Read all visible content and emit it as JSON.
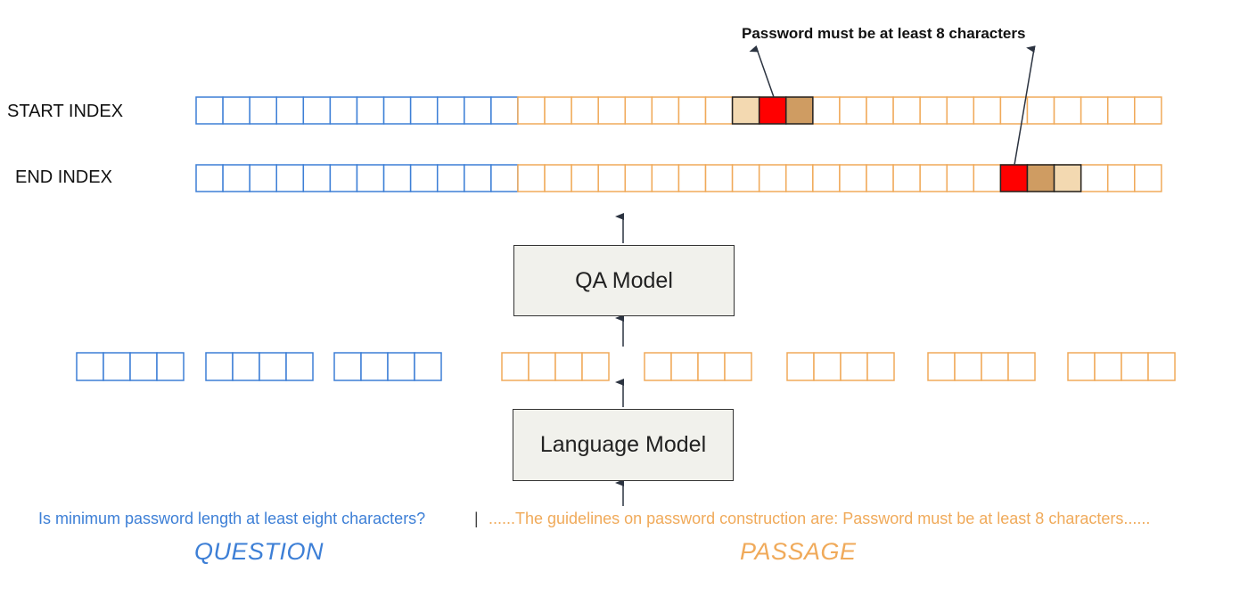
{
  "labels": {
    "start_index": "START INDEX",
    "end_index": "END INDEX",
    "answer": "Password must be at least 8 characters"
  },
  "models": {
    "qa": "QA Model",
    "lm": "Language Model"
  },
  "input": {
    "question": "Is minimum password length at least eight characters?",
    "separator": "|",
    "passage": "......The guidelines on password construction are: Password must be at least 8 characters......"
  },
  "captions": {
    "question": "QUESTION",
    "passage": "PASSAGE"
  },
  "index_rows": {
    "question_cells": 12,
    "passage_cells": 24,
    "start_highlights": [
      {
        "cell": 8,
        "color": "#f3d9b1"
      },
      {
        "cell": 9,
        "color": "#ff0000"
      },
      {
        "cell": 10,
        "color": "#cf9c62"
      }
    ],
    "end_highlights": [
      {
        "cell": 18,
        "color": "#ff0000"
      },
      {
        "cell": 19,
        "color": "#cf9c62"
      },
      {
        "cell": 20,
        "color": "#f3d9b1"
      }
    ]
  },
  "embedding_groups": {
    "question_groups": 3,
    "passage_groups": 5,
    "cells_per_group": 4
  },
  "colors": {
    "question": "#3d7fd6",
    "passage": "#f0aa5a",
    "arrow": "#2b3340"
  }
}
